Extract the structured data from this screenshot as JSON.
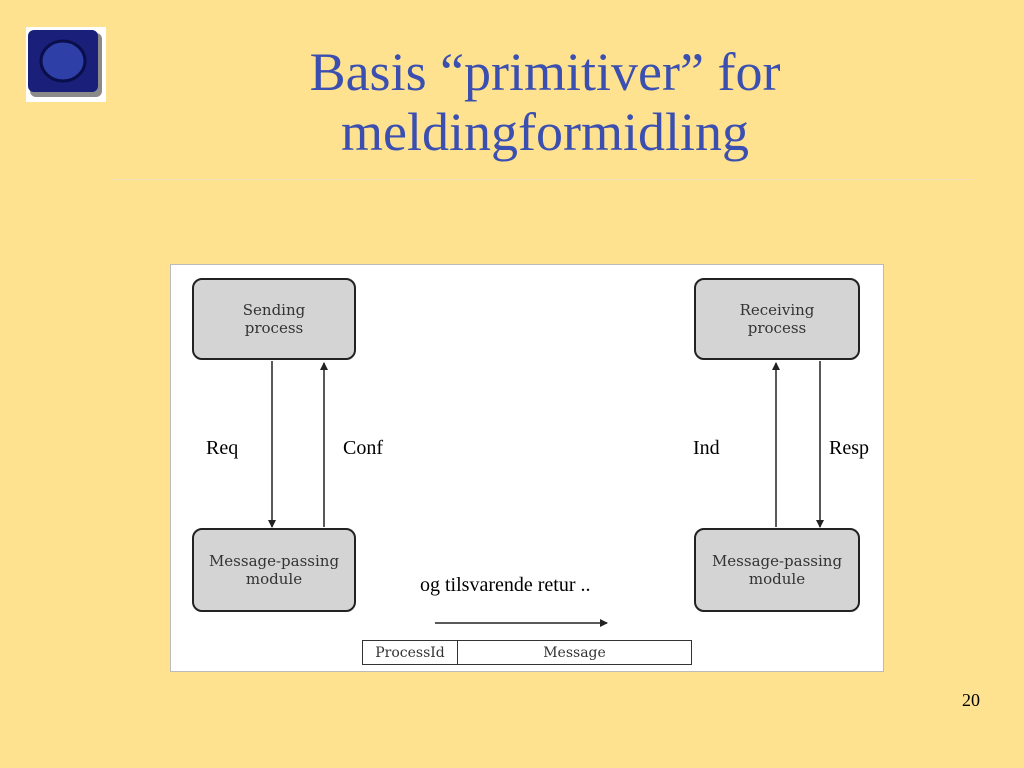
{
  "slide": {
    "title_line1": "Basis “primitiver” for",
    "title_line2": "meldingformidling",
    "page_number": "20"
  },
  "diagram": {
    "sending_process": "Sending process",
    "receiving_process": "Receiving process",
    "mp_module_left": "Message-passing module",
    "mp_module_right": "Message-passing module",
    "req_label": "Req",
    "conf_label": "Conf",
    "ind_label": "Ind",
    "resp_label": "Resp",
    "return_note": "og tilsvarende retur ..",
    "packet_field_1": "ProcessId",
    "packet_field_2": "Message"
  },
  "colors": {
    "background": "#FFE28F",
    "title": "#3A4FB0",
    "logo_blue": "#1A1F7A"
  }
}
